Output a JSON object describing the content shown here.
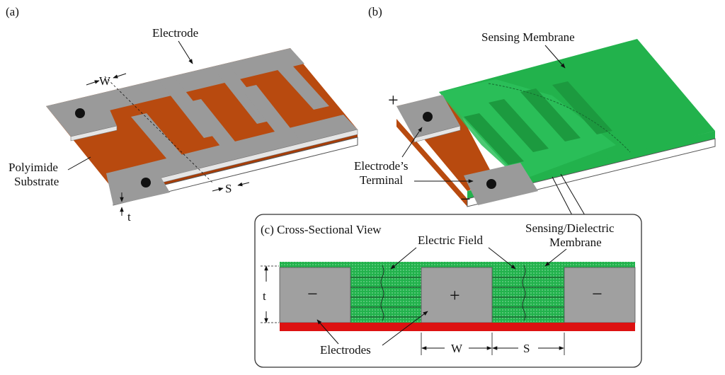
{
  "panel_a": {
    "tag": "(a)",
    "electrode_label": "Electrode",
    "substrate_label_1": "Polyimide",
    "substrate_label_2": "Substrate",
    "w_label": "W",
    "s_label": "S",
    "t_label": "t"
  },
  "panel_b": {
    "tag": "(b)",
    "membrane_label": "Sensing Membrane",
    "terminal_label_1": "Electrode’s",
    "terminal_label_2": "Terminal",
    "plus_sign": "+",
    "minus_sign": "−"
  },
  "panel_c": {
    "title": "(c) Cross-Sectional View",
    "field_label": "Electric Field",
    "membrane_label_1": "Sensing/Dielectric",
    "membrane_label_2": "Membrane",
    "electrodes_label": "Electrodes",
    "t_label": "t",
    "w_label": "W",
    "s_label": "S",
    "left_sign": "−",
    "center_sign": "+",
    "right_sign": "−"
  },
  "colors": {
    "electrode_top": "#9a9a9a",
    "electrode_side": "#d4d4d4",
    "substrate": "#b84a0f",
    "membrane": "#22b24c",
    "base_red": "#dd1111"
  }
}
